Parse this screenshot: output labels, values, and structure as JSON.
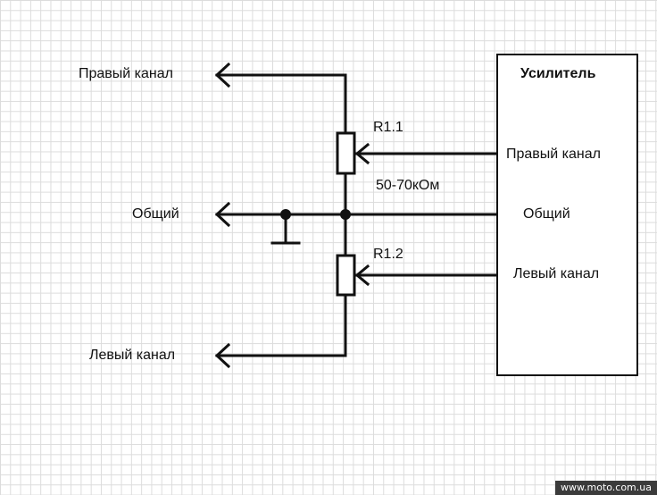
{
  "left_side": {
    "right_channel": "Правый канал",
    "common": "Общий",
    "left_channel": "Левый канал"
  },
  "components": {
    "r1_1": "R1.1",
    "r1_2": "R1.2",
    "resistance": "50-70кОм"
  },
  "amplifier": {
    "title": "Усилитель",
    "right_channel": "Правый канал",
    "common": "Общий",
    "left_channel": "Левый канал"
  },
  "watermark": "www.moto.com.ua",
  "colors": {
    "line": "#111111",
    "grid": "#dcdcdc",
    "watermark_bg": "#3b3b3b"
  }
}
